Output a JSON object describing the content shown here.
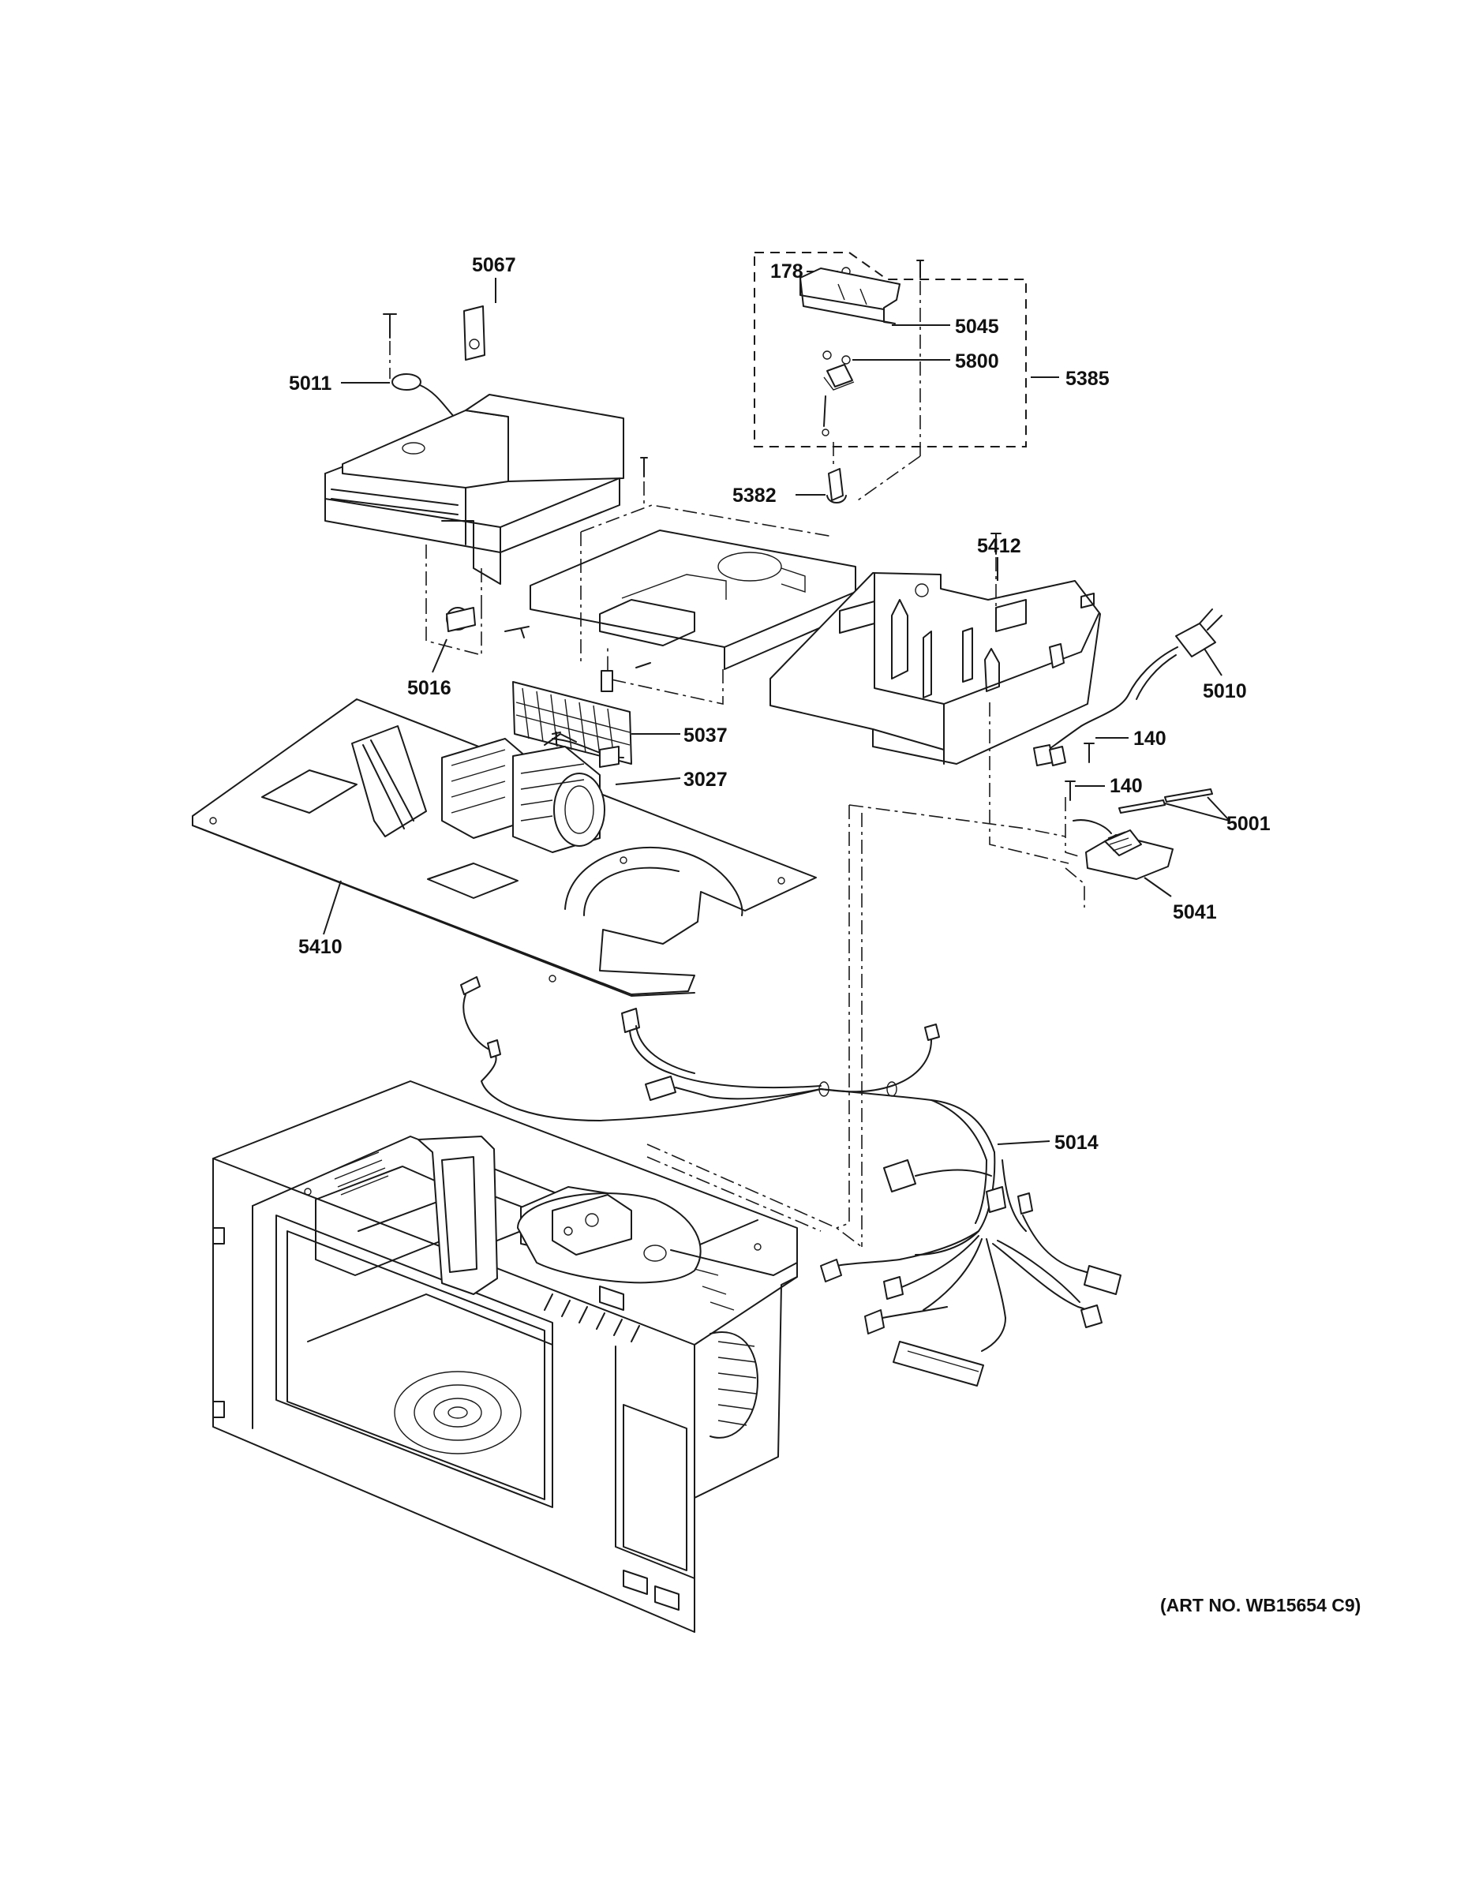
{
  "labels": {
    "p5067": "5067",
    "p5011": "5011",
    "p5016": "5016",
    "p178": "178",
    "p5045": "5045",
    "p5800": "5800",
    "p5385": "5385",
    "p5382": "5382",
    "p5412": "5412",
    "p5010": "5010",
    "p5037": "5037",
    "p3027": "3027",
    "p140a": "140",
    "p140b": "140",
    "p5001": "5001",
    "p5041": "5041",
    "p5410": "5410",
    "p5014": "5014"
  },
  "art_number": "(ART NO. WB15654 C9)"
}
